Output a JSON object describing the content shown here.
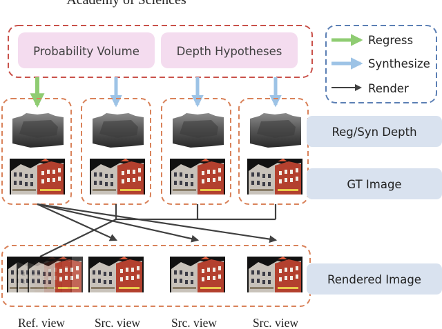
{
  "header_fragment": "Academy of Sciences",
  "top_boxes": {
    "probability_volume": "Probability Volume",
    "depth_hypotheses": "Depth Hypotheses"
  },
  "legend": {
    "regress": "Regress",
    "synthesize": "Synthesize",
    "render": "Render"
  },
  "row_labels": {
    "depth": "Reg/Syn Depth",
    "gt": "GT Image",
    "rendered": "Rendered Image"
  },
  "view_labels": [
    "Ref. view",
    "Src. view",
    "Src. view",
    "Src. view"
  ],
  "colors": {
    "regress_arrow": "#8fcc72",
    "synthesize_arrow": "#9dc3e6",
    "render_arrow": "#404040",
    "orange_dash": "#d9825a",
    "red_dash": "#c9514a",
    "blue_dash": "#5b7fb4",
    "pink_box": "#f4dcef",
    "blue_label_box": "#d9e2ef"
  },
  "icons": {
    "depth_map": "depth-map-image",
    "building": "building-photo"
  }
}
